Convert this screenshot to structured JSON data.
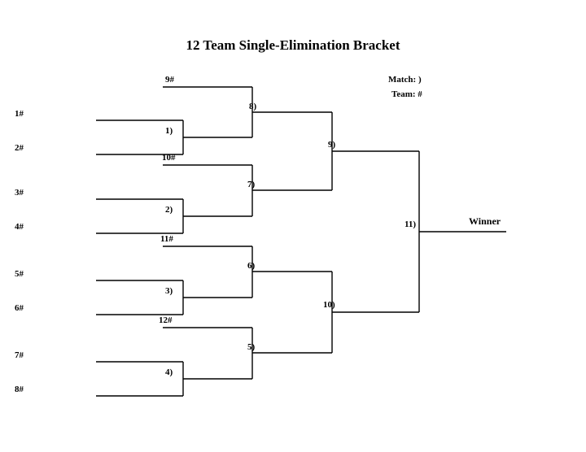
{
  "title": "12 Team Single-Elimination Bracket",
  "legend": {
    "match_key": "Match: )",
    "team_key": "Team: #"
  },
  "bracket": {
    "teams": [
      "1#",
      "2#",
      "3#",
      "4#",
      "5#",
      "6#",
      "7#",
      "8#"
    ],
    "bye_teams": [
      "9#",
      "10#",
      "11#",
      "12#"
    ],
    "matches": [
      "1)",
      "2)",
      "3)",
      "4)",
      "5)",
      "6)",
      "7)",
      "8)",
      "9)",
      "10)",
      "11)"
    ],
    "winner_label": "Winner"
  },
  "colors": {
    "line": "#000000",
    "background": "#ffffff"
  }
}
